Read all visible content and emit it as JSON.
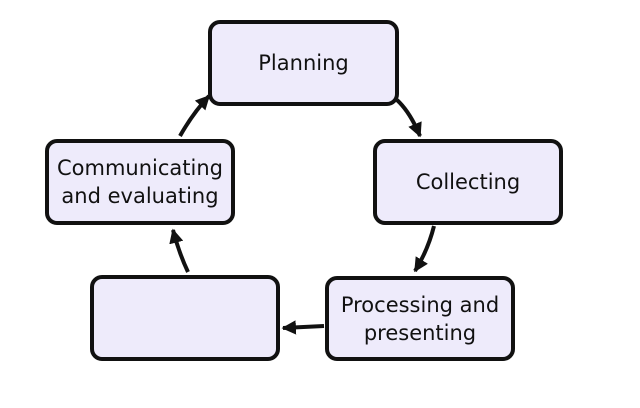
{
  "diagram": {
    "type": "cycle",
    "colors": {
      "box_fill": "#eeebfb",
      "stroke": "#111111"
    },
    "stages": [
      {
        "id": "planning",
        "label": "Planning"
      },
      {
        "id": "collecting",
        "label": "Collecting"
      },
      {
        "id": "processing",
        "label": "Processing and\npresenting"
      },
      {
        "id": "blank",
        "label": ""
      },
      {
        "id": "communicating",
        "label": "Communicating\nand evaluating"
      }
    ],
    "arrows": [
      {
        "from": "planning",
        "to": "collecting"
      },
      {
        "from": "collecting",
        "to": "processing"
      },
      {
        "from": "processing",
        "to": "blank"
      },
      {
        "from": "blank",
        "to": "communicating"
      },
      {
        "from": "communicating",
        "to": "planning"
      }
    ]
  }
}
